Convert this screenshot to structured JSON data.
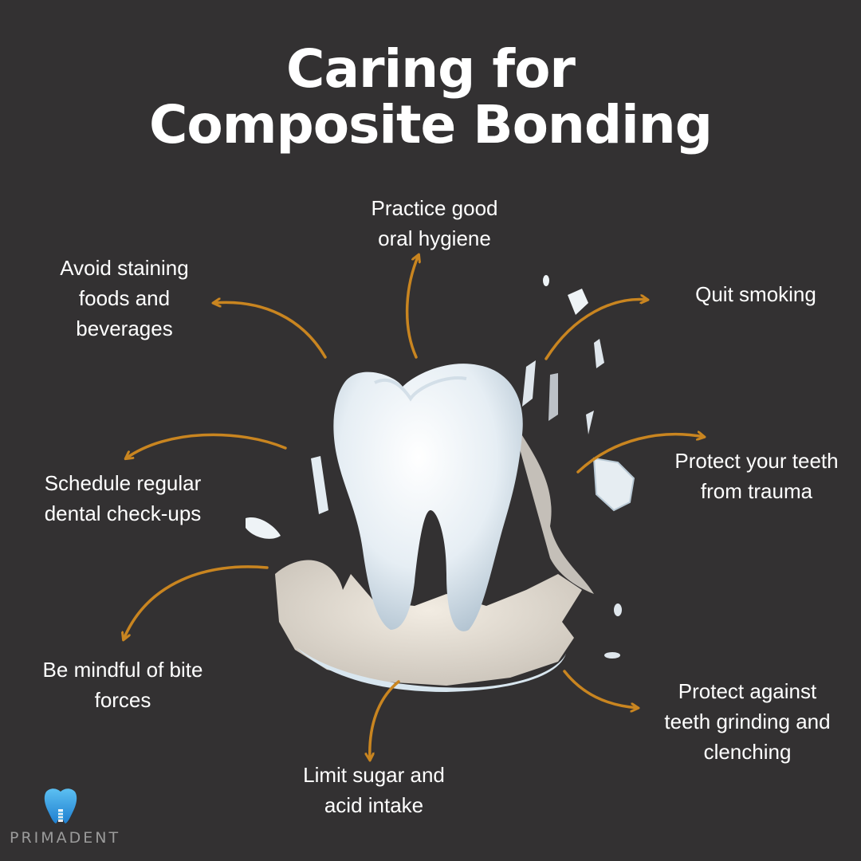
{
  "title": {
    "line1": "Caring for",
    "line2": "Composite Bonding"
  },
  "tips": {
    "oral_hygiene": [
      "Practice good",
      "oral hygiene"
    ],
    "staining": [
      "Avoid staining",
      "foods and",
      "beverages"
    ],
    "smoking": [
      "Quit smoking"
    ],
    "checkups": [
      "Schedule regular",
      "dental check-ups"
    ],
    "trauma": [
      "Protect your teeth",
      "from trauma"
    ],
    "bite": [
      "Be mindful of bite",
      "forces"
    ],
    "grinding": [
      "Protect against",
      "teeth grinding and",
      "clenching"
    ],
    "sugar": [
      "Limit sugar and",
      "acid intake"
    ]
  },
  "brand": {
    "name": "PRIMADENT",
    "logo_icon": "tooth-implant-icon"
  },
  "colors": {
    "background": "#333132",
    "arrow": "#c98520",
    "text": "#ffffff",
    "logo_blue": "#2f9ee0"
  }
}
